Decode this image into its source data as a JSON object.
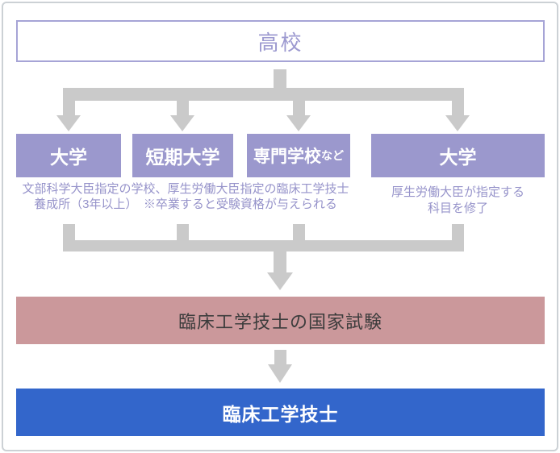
{
  "diagram": {
    "title_meaning": "臨床工学技士になるための進路図",
    "top_box": {
      "label": "高校"
    },
    "path_boxes": [
      {
        "label": "大学"
      },
      {
        "label": "短期大学"
      },
      {
        "label": "専門学校",
        "suffix": "など"
      },
      {
        "label": "大学"
      }
    ],
    "left_caption": {
      "line1": "文部科学大臣指定の学校、厚生労働大臣指定の臨床工学技士",
      "line2": "養成所（3年以上）　※卒業すると受験資格が与えられる"
    },
    "right_caption": {
      "line1": "厚生労働大臣が指定する",
      "line2": "科目を修了"
    },
    "exam_box": {
      "label": "臨床工学技士の国家試験"
    },
    "result_box": {
      "label": "臨床工学技士"
    }
  },
  "colors": {
    "purple_box_bg": "#9b98cd",
    "purple_text": "#9d9ad0",
    "caption_text": "#9693ca",
    "arrow_gray": "#cacaca",
    "exam_box_bg": "#cb989b",
    "exam_text": "#3c3c3c",
    "result_box_bg": "#3366cb",
    "frame_border": "#ccd1d5"
  }
}
